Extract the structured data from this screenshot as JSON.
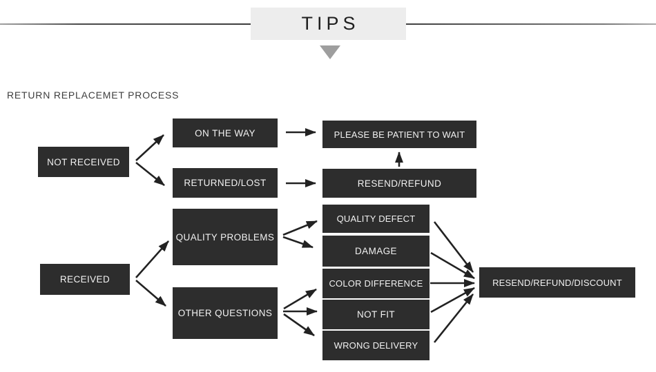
{
  "header": {
    "title": "TIPS"
  },
  "flow": {
    "section_label": "RETURN REPLACEMET PROCESS",
    "nodes": {
      "not_received": "NOT RECEIVED",
      "on_the_way": "ON THE WAY",
      "returned_lost": "RETURNED/LOST",
      "please_wait": "PLEASE BE PATIENT TO WAIT",
      "resend_refund": "RESEND/REFUND",
      "quality_problems": "QUALITY PROBLEMS",
      "received": "RECEIVED",
      "other_questions": "OTHER QUESTIONS",
      "quality_defect": "QUALITY DEFECT",
      "damage": "DAMAGE",
      "color_difference": "COLOR DIFFERENCE",
      "not_fit": "NOT FIT",
      "wrong_delivery": "WRONG DELIVERY",
      "resend_refund_discount": "RESEND/REFUND/DISCOUNT"
    },
    "edges": [
      {
        "from": "not_received",
        "to": "on_the_way"
      },
      {
        "from": "not_received",
        "to": "returned_lost"
      },
      {
        "from": "on_the_way",
        "to": "please_wait"
      },
      {
        "from": "returned_lost",
        "to": "resend_refund"
      },
      {
        "from": "resend_refund",
        "to": "please_wait"
      },
      {
        "from": "received",
        "to": "quality_problems"
      },
      {
        "from": "received",
        "to": "other_questions"
      },
      {
        "from": "quality_problems",
        "to": "quality_defect"
      },
      {
        "from": "quality_problems",
        "to": "damage"
      },
      {
        "from": "other_questions",
        "to": "color_difference"
      },
      {
        "from": "other_questions",
        "to": "not_fit"
      },
      {
        "from": "other_questions",
        "to": "wrong_delivery"
      },
      {
        "from": "quality_defect",
        "to": "resend_refund_discount"
      },
      {
        "from": "damage",
        "to": "resend_refund_discount"
      },
      {
        "from": "color_difference",
        "to": "resend_refund_discount"
      },
      {
        "from": "not_fit",
        "to": "resend_refund_discount"
      },
      {
        "from": "wrong_delivery",
        "to": "resend_refund_discount"
      }
    ]
  },
  "colors": {
    "node_bg": "#2d2d2d",
    "node_text": "#f2f2f2",
    "header_bg": "#ededed",
    "header_text": "#1f1f1f",
    "triangle": "#9e9e9e",
    "arrow": "#222222"
  }
}
